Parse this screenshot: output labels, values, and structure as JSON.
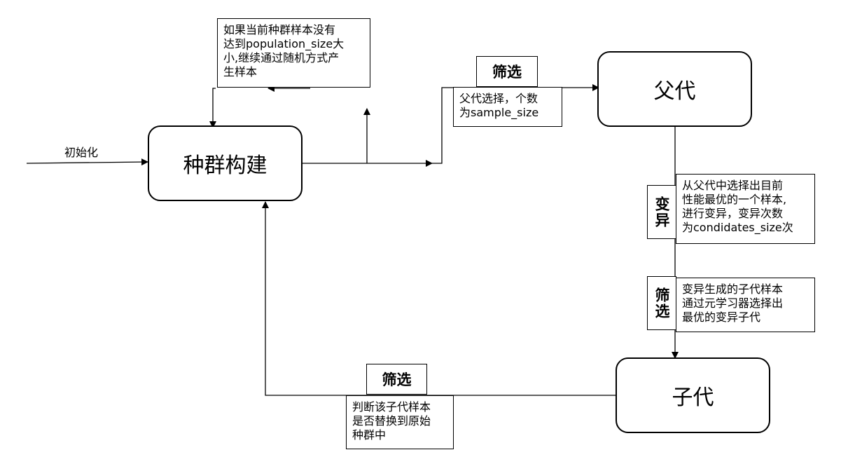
{
  "nodes": {
    "population": "种群构建",
    "parents": "父代",
    "offspring": "子代"
  },
  "init_label": "初始化",
  "notes": {
    "loop": "如果当前种群样本没有\n达到population_size大\n小,继续通过随机方式产\n生样本",
    "parent_select": "父代选择，个数\n为sample_size",
    "mutate": "从父代中选择出目前\n性能最优的一个样本,\n进行变异，变异次数\n为condidates_size次",
    "meta_select": "变异生成的子代样本\n通过元学习器选择出\n最优的变异子代",
    "replace": "判断该子代样本\n是否替换到原始\n种群中"
  },
  "tags": {
    "filter_top": "筛选",
    "mutation": "变异",
    "filter_right": "筛选",
    "filter_bottom": "筛选"
  }
}
